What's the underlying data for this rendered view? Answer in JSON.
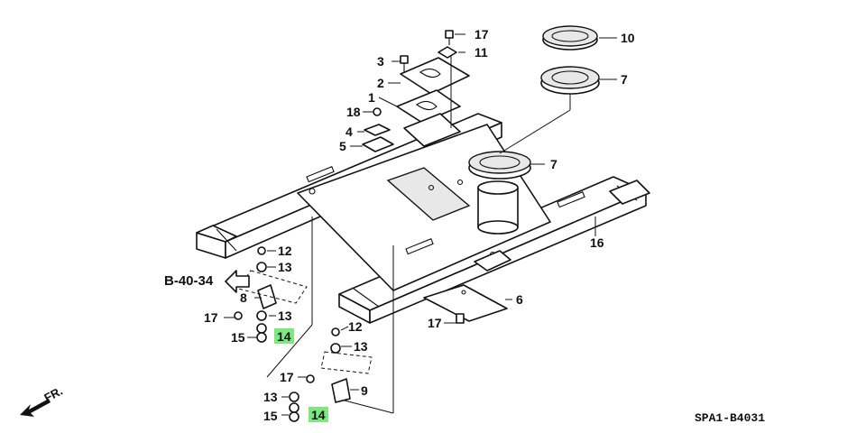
{
  "diagram_code": "SPA1-B4031",
  "section_ref": "B-40-34",
  "front_label": "FR.",
  "callouts": {
    "c1": "1",
    "c2": "2",
    "c3": "3",
    "c4": "4",
    "c5": "5",
    "c6": "6",
    "c7a": "7",
    "c7b": "7",
    "c8": "8",
    "c9": "9",
    "c10": "10",
    "c11": "11",
    "c12a": "12",
    "c12b": "12",
    "c13a": "13",
    "c13b": "13",
    "c13c": "13",
    "c13d": "13",
    "c14a": "14",
    "c14b": "14",
    "c15a": "15",
    "c15b": "15",
    "c16": "16",
    "c17a": "17",
    "c17b": "17",
    "c17c": "17",
    "c17d": "17",
    "c18": "18"
  },
  "highlight_color": "#7ee87e"
}
